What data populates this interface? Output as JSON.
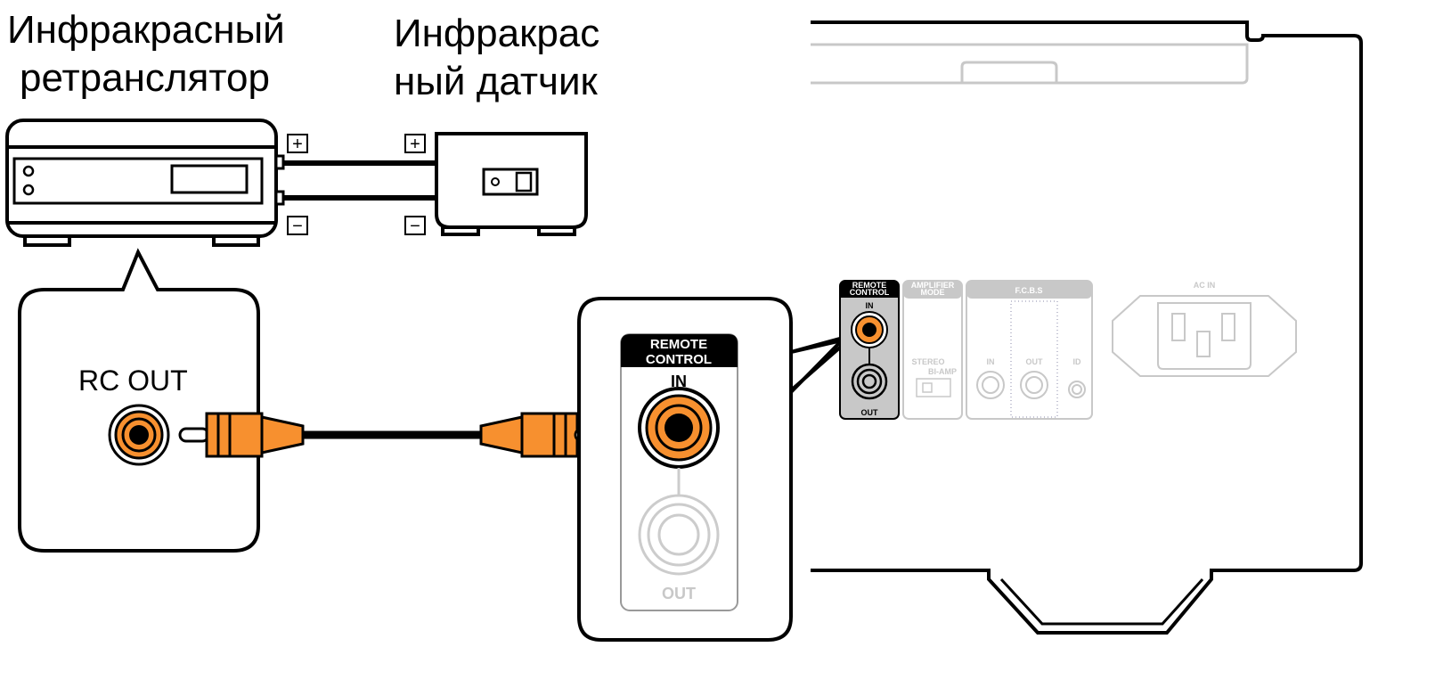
{
  "repeater": {
    "label_line1": "Инфракрасный",
    "label_line2": "ретранслятор",
    "plus": "+",
    "minus": "−"
  },
  "sensor": {
    "label_line1": "Инфракрас",
    "label_line2": "ный датчик",
    "plus": "+",
    "minus": "−"
  },
  "callout_left": {
    "jack_label": "RC OUT"
  },
  "callout_right": {
    "header_line1": "REMOTE",
    "header_line2": "CONTROL",
    "in_label": "IN",
    "out_label": "OUT"
  },
  "rear_panel": {
    "remote_line1": "REMOTE",
    "remote_line2": "CONTROL",
    "remote_in": "IN",
    "remote_out": "OUT",
    "amp_line1": "AMPLIFIER",
    "amp_line2": "MODE",
    "stereo": "STEREO",
    "biamp": "BI-AMP",
    "fcbs": "F.C.B.S",
    "fcbs_in": "IN",
    "fcbs_out": "OUT",
    "fcbs_id": "ID",
    "ac_in": "AC IN"
  },
  "colors": {
    "plug": "#f7902f",
    "line": "#000000",
    "panel_gray": "#c8c8c8"
  }
}
